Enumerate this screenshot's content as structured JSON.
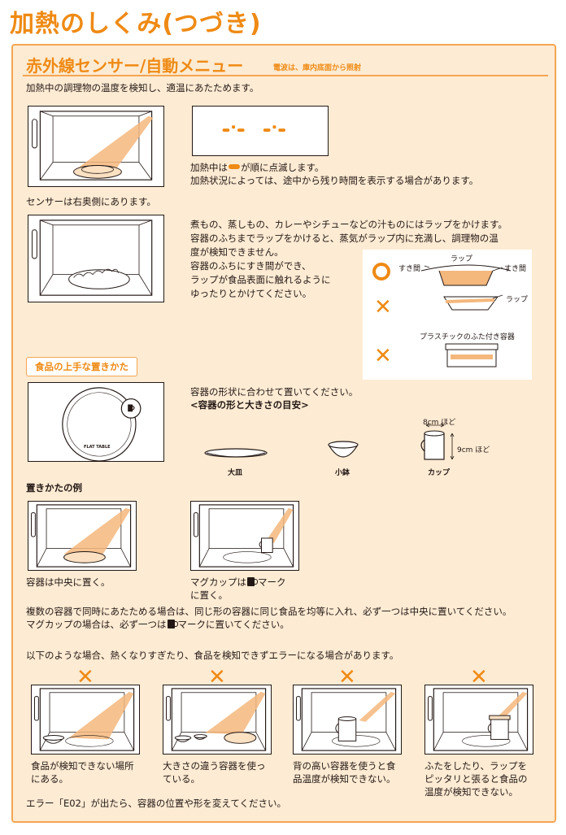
{
  "page_title": "加熱のしくみ(つづき)",
  "section": {
    "title": "赤外線センサー/自動メニュー",
    "note": "電波は、庫内底面から照射",
    "intro": "加熱中の調理物の温度を検知し、適温にあたためます。"
  },
  "display_panel": {
    "segments": "-.-.- -.-.-",
    "line1_a": "加熱中は",
    "line1_b": "が順に点滅します。",
    "line2": "加熱状況によっては、途中から残り時間を表示する場合があります。"
  },
  "sensor_note": "センサーは右奥側にあります。",
  "wrap": {
    "line1": "煮もの、蒸しもの、カレーやシチューなどの汁ものにはラップをかけます。",
    "line2": "容器のふちまでラップをかけると、蒸気がラップ内に充満し、調理物の温",
    "line3": "度が検知できません。",
    "line4": "容器のふちにすき間ができ、",
    "line5": "ラップが食品表面に触れるように",
    "line6": "ゆったりとかけてください。",
    "diagram": {
      "gap_left": "すき間",
      "wrap_label": "ラップ",
      "gap_right": "すき間",
      "wrap_label2": "ラップ",
      "lid_container": "プラスチックのふた付き容器"
    }
  },
  "placement": {
    "title": "食品の上手な置きかた",
    "table_label": "FLAT TABLE",
    "instruction": "容器の形状に合わせて置いてください。",
    "guide_title": "<容器の形と大きさの目安>",
    "dim_width": "8cm ほど",
    "dim_height": "9cm ほど",
    "items": [
      "大皿",
      "小鉢",
      "カップ"
    ]
  },
  "examples": {
    "title": "置きかたの例",
    "center": "容器は中央に置く。",
    "mug_a": "マグカップは",
    "mug_b": "マーク",
    "mug_c": "に置く。",
    "multi1": "複数の容器で同時にあたためる場合は、同じ形の容器に同じ食品を均等に入れ、必ず一つは中央に置いてください。",
    "multi2_a": "マグカップの場合は、必ず一つは",
    "multi2_b": "マークに置いてください。"
  },
  "errors": {
    "intro": "以下のような場合、熱くなりすぎたり、食品を検知できずエラーになる場合があります。",
    "cases": [
      [
        "食品が検知できない場所",
        "にある。"
      ],
      [
        "大きさの違う容器を使っ",
        "ている。"
      ],
      [
        "背の高い容器を使うと食",
        "品温度が検知できない。"
      ],
      [
        "ふたをしたり、ラップを",
        "ピッタリと張ると食品の",
        "温度が検知できない。"
      ]
    ],
    "footer": "エラー「E02」が出たら、容器の位置や形を変えてください。"
  },
  "colors": {
    "accent": "#ef8a14",
    "panel_bg": "#fdebd3",
    "beam": "#f4b77c",
    "plate": "#fbe0c2"
  }
}
